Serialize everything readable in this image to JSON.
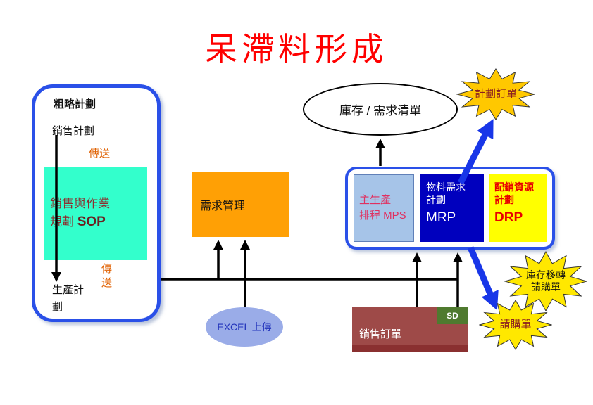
{
  "title": "呆滯料形成",
  "left_panel": {
    "header": "粗略計劃",
    "sales_plan": "銷售計劃",
    "transmit_top": "傳送",
    "sop_line1": "銷售與作業",
    "sop_line2": "規劃",
    "sop_acronym": "SOP",
    "transmit_bottom": "傳送",
    "production_plan": "生產計劃"
  },
  "demand_management": {
    "label": "需求管理"
  },
  "inventory_list": {
    "label": "庫存 / 需求清單"
  },
  "planning_group": {
    "mps": {
      "line1": "主生產",
      "line2": "排程 MPS"
    },
    "mrp": {
      "line1": "物料需求",
      "line2": "計劃",
      "acronym": "MRP"
    },
    "drp": {
      "line1": "配銷資源",
      "line2": "計劃",
      "acronym": "DRP"
    }
  },
  "bursts": {
    "planned_order": "計劃訂單",
    "stock_transfer_line1": "庫存移轉",
    "stock_transfer_line2": "請購單",
    "purchase_requisition": "請購單"
  },
  "excel_upload": {
    "label": "EXCEL 上傳"
  },
  "sales_order": {
    "label": "銷售訂單",
    "tag": "SD"
  },
  "colors": {
    "title": "#FF0000",
    "panel_border": "#2A50E8",
    "sop_fill": "#33FFCC",
    "transmit_text": "#E06000",
    "demand_fill": "#FFA005",
    "mps_fill": "#A6C4E8",
    "mps_text": "#E03060",
    "mrp_fill": "#0000BE",
    "drp_fill": "#FFFF00",
    "drp_text": "#E80000",
    "burst_fill": "#FFE800",
    "excel_fill": "#9AACE8",
    "excel_text": "#2233BB",
    "sales_order_fill": "#9E4A48",
    "sd_fill": "#4F7A2F",
    "arrow_blue": "#1836E8"
  }
}
